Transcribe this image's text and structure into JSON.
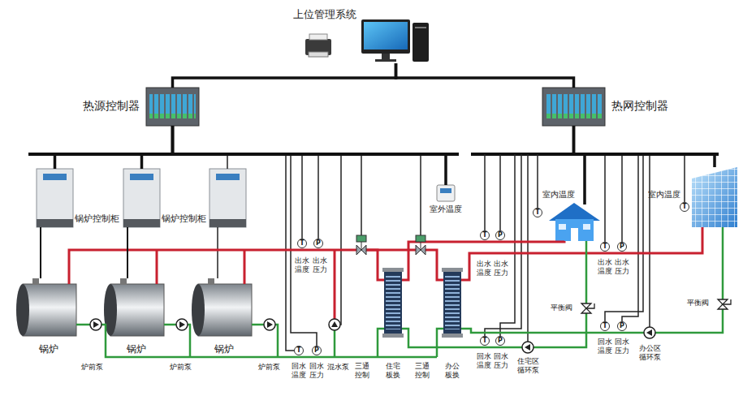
{
  "diagram": {
    "nodes": [
      {
        "text": [
          "上位管理系统"
        ]
      },
      {
        "text": [
          "热源控制器"
        ]
      },
      {
        "text": [
          "热网控制器"
        ]
      },
      {
        "text": [
          "锅炉控制柜"
        ]
      },
      {
        "text": [
          "锅炉控制柜"
        ]
      },
      {
        "text": [
          "锅炉"
        ]
      },
      {
        "text": [
          "锅炉"
        ]
      },
      {
        "text": [
          "锅炉"
        ]
      },
      {
        "text": [
          "室外温度"
        ]
      },
      {
        "text": [
          "住宅 板换"
        ]
      },
      {
        "text": [
          "办公 板换"
        ]
      },
      {
        "text": [
          "室内温度"
        ]
      },
      {
        "text": [
          "室内温度"
        ]
      }
    ],
    "edges": [
      {
        "from": 0,
        "to": 1,
        "arrow": "none"
      },
      {
        "from": 0,
        "to": 2,
        "arrow": "none"
      },
      {
        "from": 1,
        "to": 3,
        "arrow": "none"
      },
      {
        "from": 1,
        "to": 4,
        "arrow": "none"
      },
      {
        "from": 1,
        "to": 8,
        "arrow": "none"
      },
      {
        "from": 3,
        "to": 5,
        "arrow": "none"
      },
      {
        "from": 4,
        "to": 6,
        "arrow": "none"
      },
      {
        "from": 2,
        "to": 11,
        "arrow": "none"
      },
      {
        "from": 2,
        "to": 12,
        "arrow": "none"
      }
    ],
    "labels": [
      "T",
      "P",
      "出水 温度",
      "出水 压力",
      "T",
      "P",
      "回水 温度",
      "回水 压力",
      "炉前泵",
      "炉前泵",
      "炉前泵",
      "混水泵",
      "三通 控制",
      "三通 控制",
      "T",
      "P",
      "出水 温度",
      "出水 压力",
      "T",
      "P",
      "回水 温度",
      "回水 压力",
      "住宅区 循环泵",
      "T",
      "平衡阀",
      "T",
      "T",
      "P",
      "出水 温度",
      "出水 压力",
      "T",
      "P",
      "回水 温度",
      "回水 压力",
      "办公区 循环泵",
      "平衡阀"
    ]
  }
}
